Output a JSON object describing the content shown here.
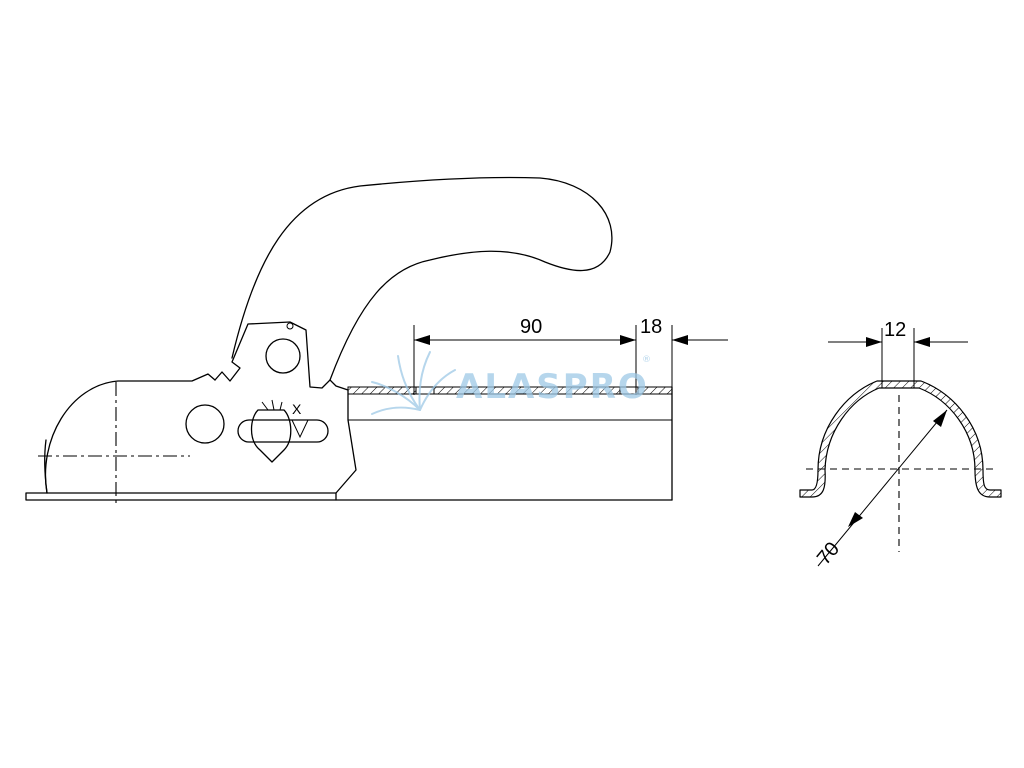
{
  "drawing": {
    "dimensions": {
      "length_main": "90",
      "length_end": "18",
      "slot_width": "12",
      "diameter": "70"
    },
    "stamp_marks": "X",
    "watermark": {
      "brand": "ALASPRO",
      "registered": "®",
      "color": "#9ec9e6",
      "icon": "palm-leaf-icon"
    }
  }
}
